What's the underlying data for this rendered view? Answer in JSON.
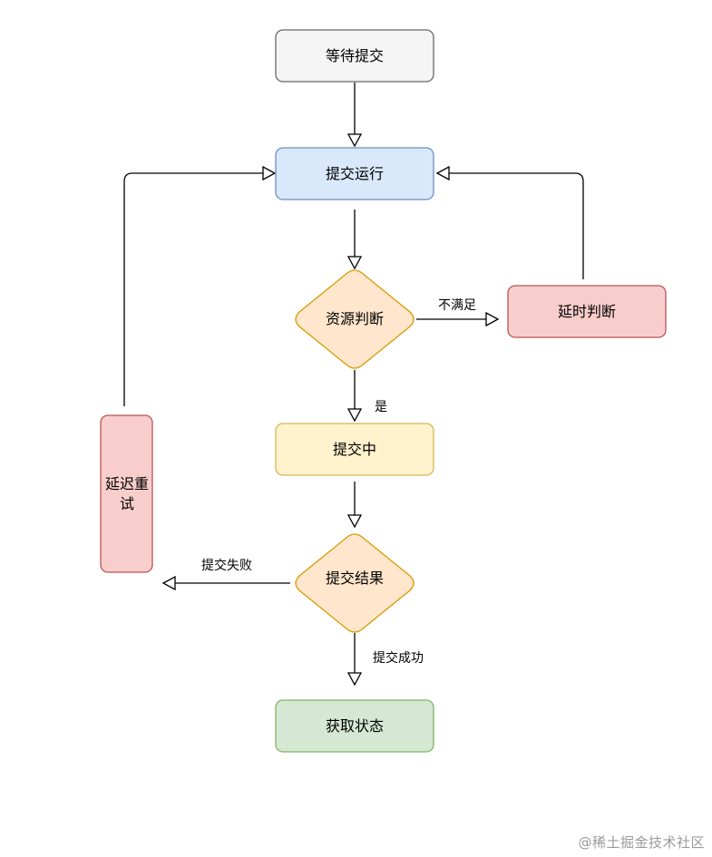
{
  "nodes": {
    "wait_submit": {
      "label": "等待提交",
      "fill": "#f5f5f5",
      "stroke": "#666666"
    },
    "submit_run": {
      "label": "提交运行",
      "fill": "#dae8fc",
      "stroke": "#6c8ebf"
    },
    "resource_check": {
      "label": "资源判断",
      "fill": "#ffe6cc",
      "stroke": "#d79b00"
    },
    "delay_check": {
      "label": "延时判断",
      "fill": "#f8cecc",
      "stroke": "#b85450"
    },
    "submitting": {
      "label": "提交中",
      "fill": "#fff2cc",
      "stroke": "#d6b656"
    },
    "delay_retry": {
      "label_line1": "延迟重",
      "label_line2": "试",
      "fill": "#f8cecc",
      "stroke": "#b85450"
    },
    "submit_result": {
      "label": "提交结果",
      "fill": "#ffe6cc",
      "stroke": "#d79b00"
    },
    "get_status": {
      "label": "获取状态",
      "fill": "#d5e8d4",
      "stroke": "#82b366"
    }
  },
  "edges": {
    "not_enough": "不满足",
    "yes": "是",
    "submit_failed": "提交失败",
    "submit_success": "提交成功"
  },
  "watermark": "@稀土掘金技术社区"
}
